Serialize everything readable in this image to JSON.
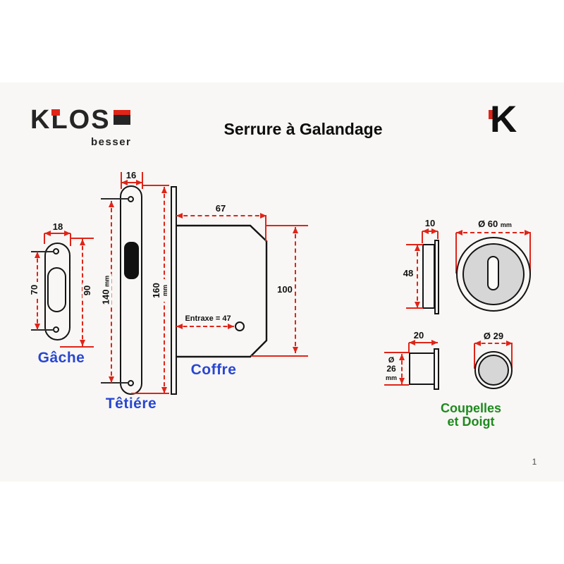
{
  "header": {
    "brand": {
      "k": "K",
      "l": "L",
      "o": "O",
      "s": "S",
      "sub": "besser"
    },
    "title": "Serrure à Galandage",
    "mark_letter": "K"
  },
  "labels": {
    "gache": "Gâche",
    "tetiere": "Têtiére",
    "coffre": "Coffre",
    "coupelles_line1": "Coupelles",
    "coupelles_line2": "et Doigt"
  },
  "dimensions": {
    "gache": {
      "width": "18",
      "hole_spacing": "70",
      "height": "90"
    },
    "tetiere": {
      "width": "16",
      "hole_spacing": "140",
      "hole_spacing_unit": "mm",
      "height": "160",
      "height_unit": "mm"
    },
    "coffre": {
      "depth": "67",
      "height": "100",
      "entraxe": "Entraxe = 47"
    },
    "coupelle_large": {
      "depth": "10",
      "height": "48",
      "diameter": "Ø 60",
      "diameter_unit": "mm"
    },
    "coupelle_small": {
      "depth": "20",
      "diameter_symbol": "Ø",
      "diameter_value": "26",
      "diameter_unit": "mm"
    },
    "doigt": {
      "diameter": "Ø 29"
    }
  },
  "colors": {
    "dimension_red": "#e02418",
    "label_blue": "#2946d2",
    "label_green": "#1e8a1e",
    "metal_gray": "#d6d6d6",
    "page_background": "#f8f7f5"
  },
  "page": {
    "number": "1"
  }
}
